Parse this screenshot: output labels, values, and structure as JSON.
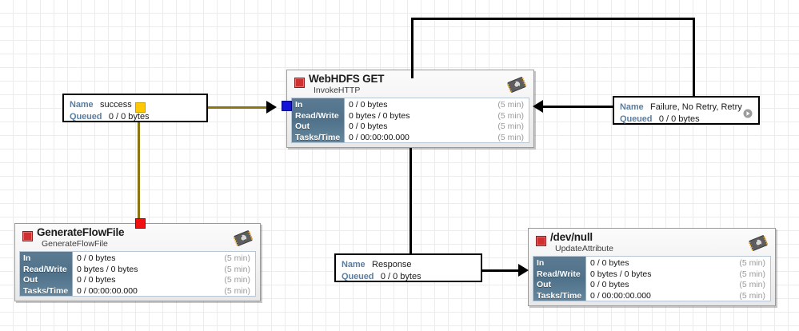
{
  "canvas": {
    "name": "nifi-flow-canvas",
    "grid_color": "#ececec",
    "background": "#ffffff"
  },
  "processors": [
    {
      "id": "webhdfs-get",
      "name": "WebHDFS GET",
      "type": "InvokeHTTP",
      "run_status": "stopped",
      "status_color": "#d03030",
      "icon": "processor-chip-icon",
      "stats": {
        "labels": [
          "In",
          "Read/Write",
          "Out",
          "Tasks/Time"
        ],
        "values": [
          "0 / 0 bytes",
          "0 bytes / 0 bytes",
          "0 / 0 bytes",
          "0 / 00:00:00.000"
        ],
        "periods": [
          "(5 min)",
          "(5 min)",
          "(5 min)",
          "(5 min)"
        ]
      }
    },
    {
      "id": "generateflowfile",
      "name": "GenerateFlowFile",
      "type": "GenerateFlowFile",
      "run_status": "stopped",
      "status_color": "#d03030",
      "icon": "processor-chip-icon",
      "stats": {
        "labels": [
          "In",
          "Read/Write",
          "Out",
          "Tasks/Time"
        ],
        "values": [
          "0 / 0 bytes",
          "0 bytes / 0 bytes",
          "0 / 0 bytes",
          "0 / 00:00:00.000"
        ],
        "periods": [
          "(5 min)",
          "(5 min)",
          "(5 min)",
          "(5 min)"
        ]
      }
    },
    {
      "id": "dev-null",
      "name": "/dev/null",
      "type": "UpdateAttribute",
      "run_status": "stopped",
      "status_color": "#d03030",
      "icon": "processor-chip-icon",
      "stats": {
        "labels": [
          "In",
          "Read/Write",
          "Out",
          "Tasks/Time"
        ],
        "values": [
          "0 / 0 bytes",
          "0 bytes / 0 bytes",
          "0 / 0 bytes",
          "0 / 00:00:00.000"
        ],
        "periods": [
          "(5 min)",
          "(5 min)",
          "(5 min)",
          "(5 min)"
        ]
      }
    }
  ],
  "connections": [
    {
      "id": "conn-success",
      "name_key": "Name",
      "name_value": "success",
      "queued_key": "Queued",
      "queued_value": "0 / 0 bytes",
      "has_gear": false,
      "line_color": "#8a7511"
    },
    {
      "id": "conn-failure",
      "name_key": "Name",
      "name_value": "Failure, No Retry, Retry",
      "queued_key": "Queued",
      "queued_value": "0 / 0 bytes",
      "has_gear": true,
      "gear_icon": "loop-arrow-icon",
      "line_color": "#000000"
    },
    {
      "id": "conn-response",
      "name_key": "Name",
      "name_value": "Response",
      "queued_key": "Queued",
      "queued_value": "0 / 0 bytes",
      "has_gear": false,
      "line_color": "#000000"
    }
  ]
}
